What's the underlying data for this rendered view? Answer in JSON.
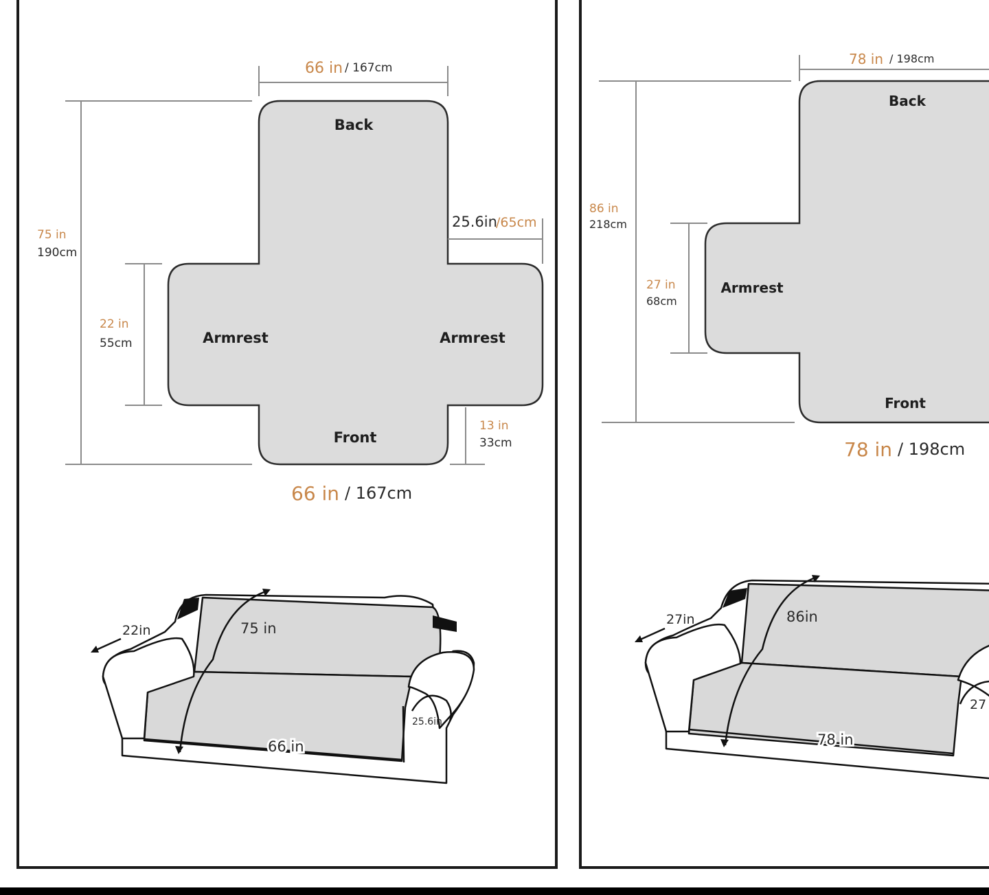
{
  "left": {
    "top_width": {
      "in": "66 in",
      "cm": "/ 167cm"
    },
    "back": "Back",
    "front": "Front",
    "armrest_left": "Armrest",
    "armrest_right": "Armrest",
    "arm_width": {
      "in": "25.6in",
      "cm": "/65cm"
    },
    "total_length": {
      "in": "75 in",
      "cm": "190cm"
    },
    "arm_depth": {
      "in": "22 in",
      "cm": "55cm"
    },
    "front_drop": {
      "in": "13 in",
      "cm": "33cm"
    },
    "bottom_width": {
      "in": "66 in",
      "cm": "/ 167cm"
    },
    "sofa": {
      "arm_label": "22in",
      "length_label": "75 in",
      "width_label": "66 in",
      "arm_width_label": "25.6in"
    }
  },
  "right": {
    "top_width": {
      "in": "78 in",
      "cm": "/ 198cm"
    },
    "back": "Back",
    "front": "Front",
    "armrest_left": "Armrest",
    "total_length": {
      "in": "86 in",
      "cm": "218cm"
    },
    "arm_depth": {
      "in": "27 in",
      "cm": "68cm"
    },
    "bottom_width": {
      "in": "78 in",
      "cm": "/ 198cm"
    },
    "sofa": {
      "arm_label": "27in",
      "length_label": "86in",
      "width_label": "78 in",
      "arm_width_label": "27"
    }
  }
}
